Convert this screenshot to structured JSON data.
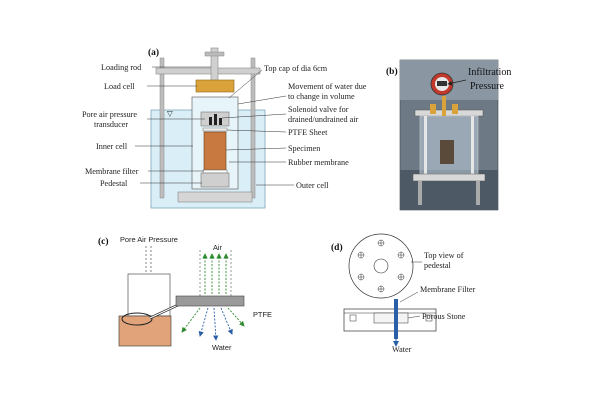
{
  "panels": {
    "a": {
      "label": "(a)",
      "left_labels": {
        "loading_rod": "Loading rod",
        "load_cell": "Load cell",
        "pore_air_pressure_transducer_line1": "Pore air pressure",
        "pore_air_pressure_transducer_line2": "transducer",
        "inner_cell": "Inner cell",
        "membrane_filter": "Membrane filter",
        "pedestal": "Pedestal"
      },
      "right_labels": {
        "top_cap": "Top cap of dia 6cm",
        "movement_line1": "Movement of water due",
        "movement_line2": "to change in volume",
        "solenoid_line1": "Solenoid valve for",
        "solenoid_line2": "drained/undrained air",
        "ptfe_sheet": "PTFE Sheet",
        "specimen": "Specimen",
        "rubber_membrane": "Rubber membrane",
        "outer_cell": "Outer cell"
      }
    },
    "b": {
      "label": "(b)",
      "infiltration_line1": "Infiltration",
      "infiltration_line2": "Pressure"
    },
    "c": {
      "label": "(c)",
      "pore_air_pressure": "Pore Air Pressure",
      "air": "Air",
      "ptfe": "PTFE",
      "water": "Water"
    },
    "d": {
      "label": "(d)",
      "top_view_line1": "Top view of",
      "top_view_line2": "pedestal",
      "membrane_filter": "Membrane Filter",
      "porous_stone": "Porous Stone",
      "water": "Water"
    }
  },
  "colors": {
    "water": "#d9eef6",
    "specimen": "#c8793f",
    "load_cell": "#d9a23a",
    "metal": "#c9c9c9",
    "arrow_green": "#2e8b2e",
    "arrow_blue": "#2a5fa8",
    "soil": "#e0a37a"
  }
}
